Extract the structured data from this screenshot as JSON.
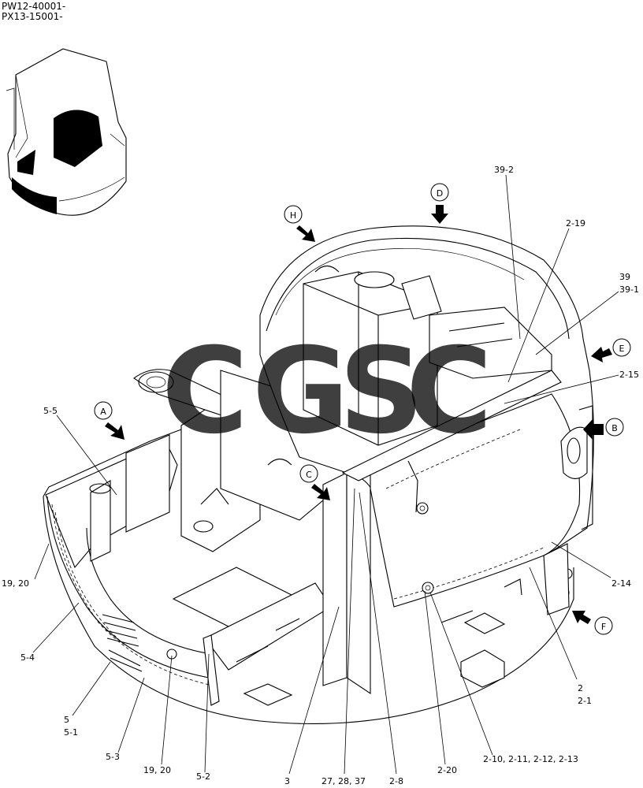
{
  "serials": [
    "PW12-40001-",
    "PX13-15001-"
  ],
  "watermark": {
    "letters": [
      "C",
      "G",
      "S",
      "C"
    ],
    "colors": [
      "#4f8ff7",
      "#ef6a6a",
      "#f7cf57",
      "#3fae6f"
    ]
  },
  "view_arrows": [
    "A",
    "B",
    "C",
    "D",
    "E",
    "F",
    "H"
  ],
  "part_labels": {
    "l_39_2": "39-2",
    "l_2_19": "2-19",
    "l_39": "39",
    "l_39_1": "39-1",
    "l_2_15": "2-15",
    "l_5_5": "5-5",
    "l_19_20_left": "19, 20",
    "l_5_4": "5-4",
    "l_5": "5",
    "l_5_1": "5-1",
    "l_5_3": "5-3",
    "l_19_20_bottom": "19, 20",
    "l_5_2": "5-2",
    "l_3": "3",
    "l_27_28_37": "27, 28, 37",
    "l_2_8": "2-8",
    "l_2_20": "2-20",
    "l_2_10_13": "2-10, 2-11, 2-12, 2-13",
    "l_2": "2",
    "l_2_1": "2-1",
    "l_2_14": "2-14"
  }
}
